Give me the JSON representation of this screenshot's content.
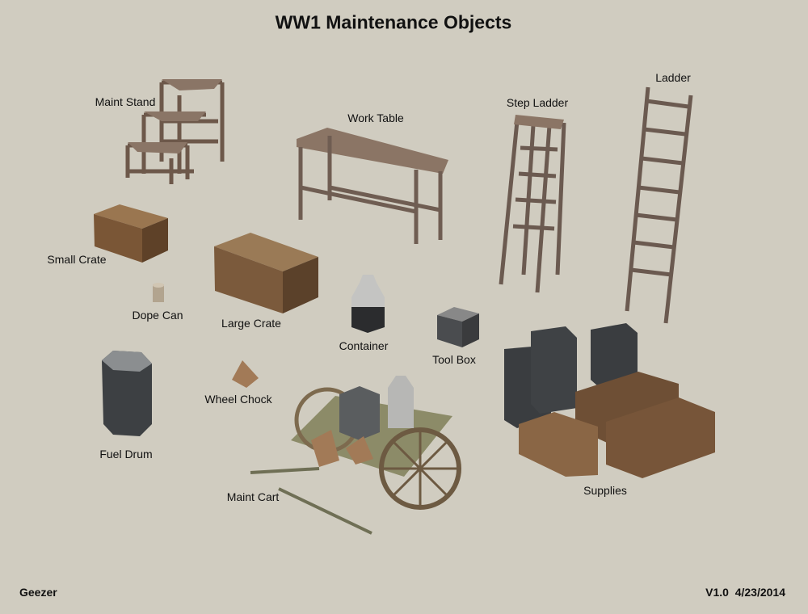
{
  "title": "WW1 Maintenance Objects",
  "labels": {
    "maint_stand": "Maint Stand",
    "work_table": "Work Table",
    "step_ladder": "Step Ladder",
    "ladder": "Ladder",
    "small_crate": "Small Crate",
    "dope_can": "Dope Can",
    "large_crate": "Large Crate",
    "container": "Container",
    "tool_box": "Tool Box",
    "wheel_chock": "Wheel Chock",
    "fuel_drum": "Fuel Drum",
    "maint_cart": "Maint Cart",
    "supplies": "Supplies"
  },
  "footer": {
    "author": "Geezer",
    "version": "V1.0  4/23/2014"
  },
  "colors": {
    "background": "#d0ccc0",
    "wood": "#7a5a3a",
    "metal": "#3c3f42",
    "cart": "#8a8a6a"
  }
}
